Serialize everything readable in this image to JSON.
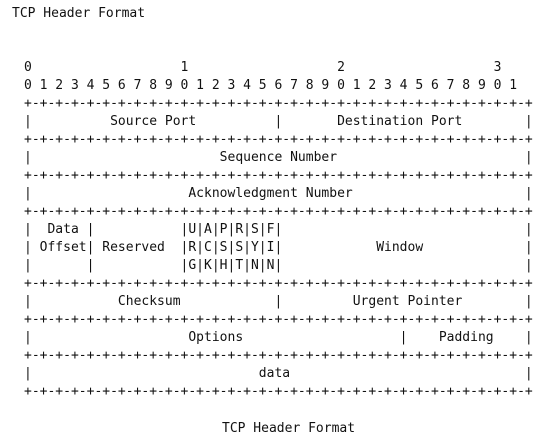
{
  "title": "TCP Header Format",
  "caption": "TCP Header Format",
  "diagram": {
    "lines": [
      "0                   1                   2                   3",
      "0 1 2 3 4 5 6 7 8 9 0 1 2 3 4 5 6 7 8 9 0 1 2 3 4 5 6 7 8 9 0 1",
      "+-+-+-+-+-+-+-+-+-+-+-+-+-+-+-+-+-+-+-+-+-+-+-+-+-+-+-+-+-+-+-+-+",
      "|          Source Port          |       Destination Port        |",
      "+-+-+-+-+-+-+-+-+-+-+-+-+-+-+-+-+-+-+-+-+-+-+-+-+-+-+-+-+-+-+-+-+",
      "|                        Sequence Number                        |",
      "+-+-+-+-+-+-+-+-+-+-+-+-+-+-+-+-+-+-+-+-+-+-+-+-+-+-+-+-+-+-+-+-+",
      "|                    Acknowledgment Number                      |",
      "+-+-+-+-+-+-+-+-+-+-+-+-+-+-+-+-+-+-+-+-+-+-+-+-+-+-+-+-+-+-+-+-+",
      "|  Data |           |U|A|P|R|S|F|                               |",
      "| Offset| Reserved  |R|C|S|S|Y|I|            Window             |",
      "|       |           |G|K|H|T|N|N|                               |",
      "+-+-+-+-+-+-+-+-+-+-+-+-+-+-+-+-+-+-+-+-+-+-+-+-+-+-+-+-+-+-+-+-+",
      "|           Checksum            |         Urgent Pointer        |",
      "+-+-+-+-+-+-+-+-+-+-+-+-+-+-+-+-+-+-+-+-+-+-+-+-+-+-+-+-+-+-+-+-+",
      "|                    Options                    |    Padding    |",
      "+-+-+-+-+-+-+-+-+-+-+-+-+-+-+-+-+-+-+-+-+-+-+-+-+-+-+-+-+-+-+-+-+",
      "|                             data                              |",
      "+-+-+-+-+-+-+-+-+-+-+-+-+-+-+-+-+-+-+-+-+-+-+-+-+-+-+-+-+-+-+-+-+"
    ]
  }
}
